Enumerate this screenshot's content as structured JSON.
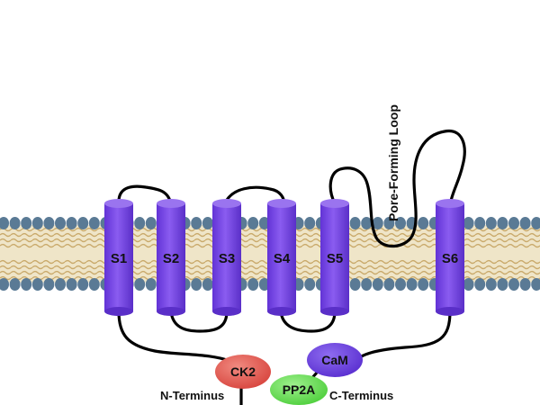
{
  "segments": [
    "S1",
    "S2",
    "S3",
    "S4",
    "S5",
    "S6"
  ],
  "pore_loop_label": "Pore-Forming Loop",
  "molecules": {
    "ck2": "CK2",
    "pp2a": "PP2A",
    "cam": "CaM"
  },
  "termini": {
    "n": "N-Terminus",
    "c": "C-Terminus"
  },
  "colors": {
    "helix": "#7b4de6",
    "helix_top": "#9a74ef",
    "ck2": "#e0574f",
    "pp2a": "#6cdc5c",
    "cam": "#6e3fe0",
    "lipid_head": "#5a7a95",
    "lipid_tail": "#d8c070"
  }
}
